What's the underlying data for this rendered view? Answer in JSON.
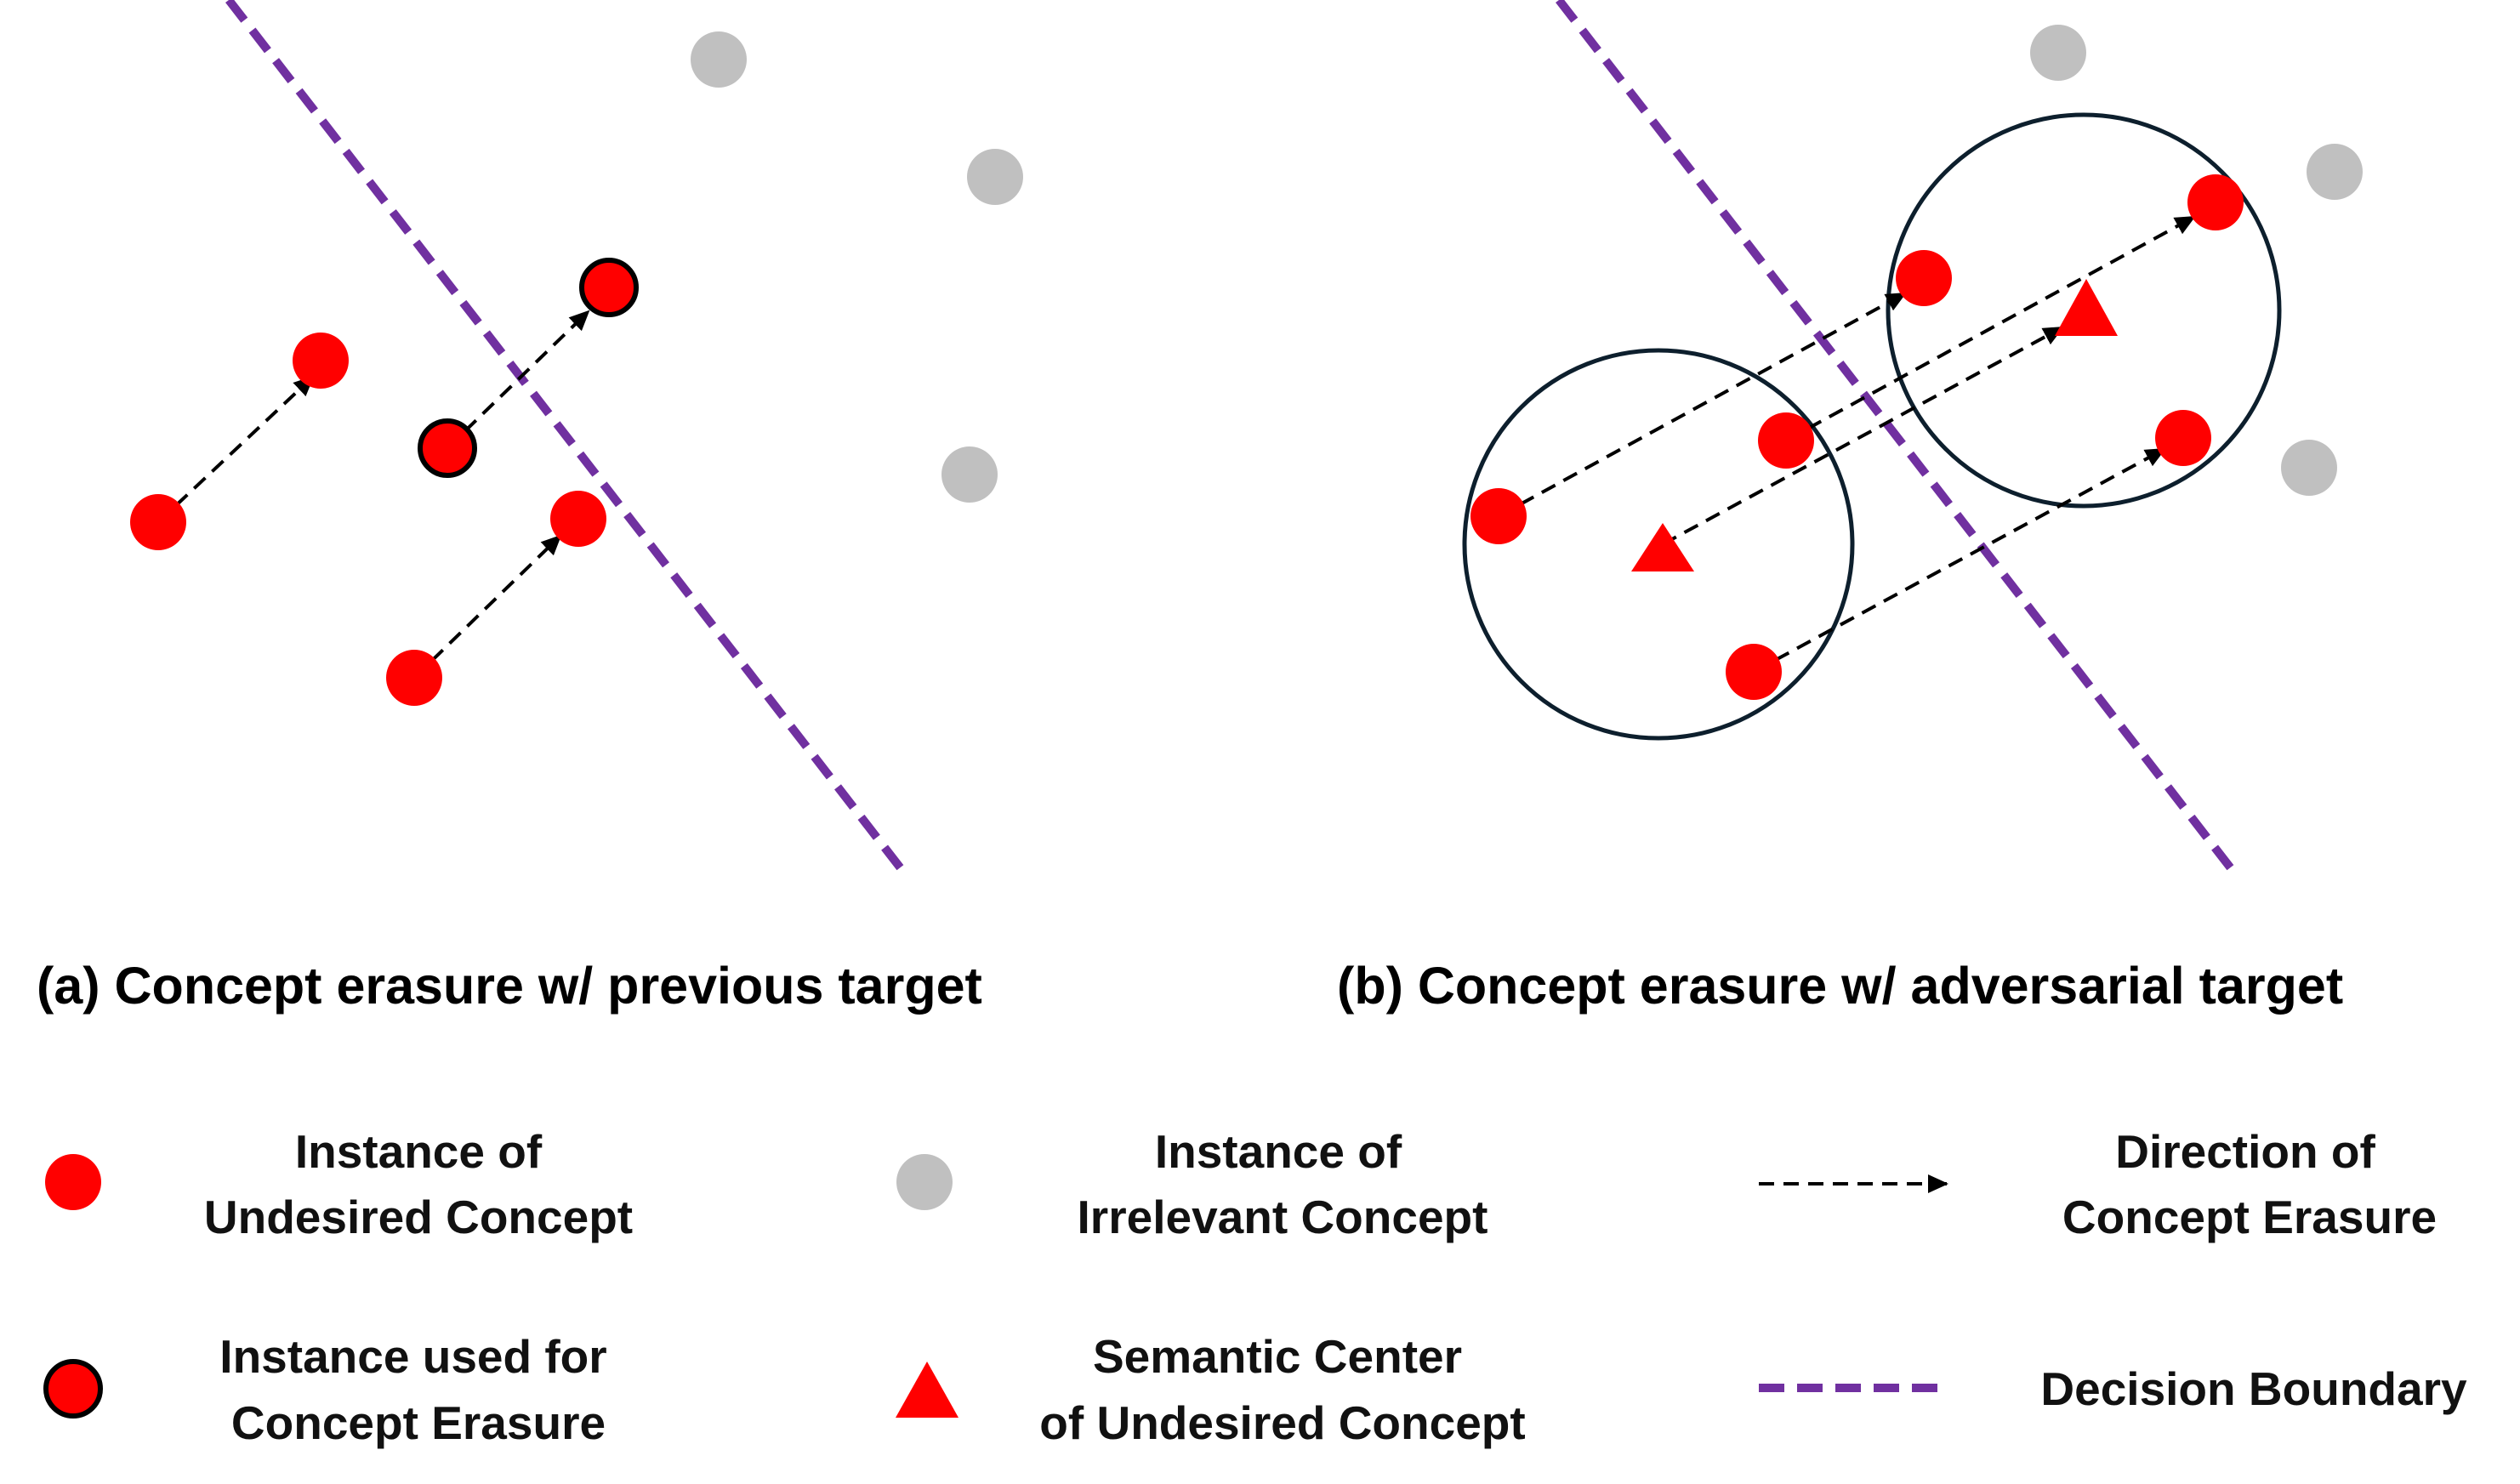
{
  "colors": {
    "undesired": "#ff0000",
    "irrelevant": "#c0c0c0",
    "boundary": "#7030a0",
    "arrow": "#000000",
    "region": "#0d1f2d"
  },
  "panels": {
    "a": {
      "caption": "(a) Concept erasure w/ previous target"
    },
    "b": {
      "caption": "(b) Concept erasure w/ adversarial target"
    }
  },
  "legend": {
    "undesired": {
      "icon": "red-dot-icon",
      "line1": "Instance of",
      "line2": "Undesired Concept"
    },
    "irrelevant": {
      "icon": "gray-dot-icon",
      "line1": "Instance of",
      "line2": "Irrelevant Concept"
    },
    "direction": {
      "icon": "dashed-arrow-icon",
      "line1": "Direction of",
      "line2": "Concept Erasure"
    },
    "used_for_erasure": {
      "icon": "outlined-red-dot-icon",
      "line1": "Instance used for",
      "line2": "Concept Erasure"
    },
    "semantic_center": {
      "icon": "red-triangle-icon",
      "line1": "Semantic Center",
      "line2": "of Undesired Concept"
    },
    "boundary": {
      "icon": "purple-dashed-line-icon",
      "line1": "Decision Boundary"
    }
  }
}
